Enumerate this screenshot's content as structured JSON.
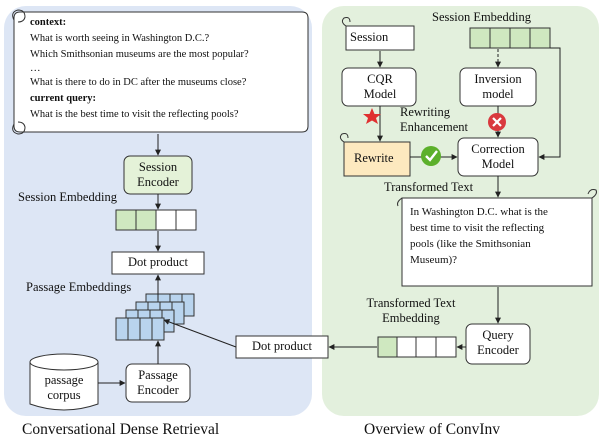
{
  "left_panel": {
    "caption": "Conversational Dense Retrieval",
    "context_header": "context:",
    "context_lines": [
      "What is worth seeing in Washington D.C.?",
      "Which Smithsonian museums are the most popular?",
      "…",
      "What is there to do in DC after the museums close?"
    ],
    "current_query_header": "current query:",
    "current_query": "What is the best time to visit the reflecting pools?",
    "session_encoder": "Session Encoder",
    "session_embedding_label": "Session Embedding",
    "dot_product_top": "Dot product",
    "passage_embeddings_label": "Passage Embeddings",
    "passage_corpus": "passage corpus",
    "passage_encoder": "Passage Encoder"
  },
  "middle": {
    "dot_product_bottom": "Dot product"
  },
  "right_panel": {
    "caption": "Overview of ConvInv",
    "session": "Session",
    "session_embedding_label": "Session Embedding",
    "cqr_model": "CQR Model",
    "inversion_model": "Inversion model",
    "rewriting_enhancement": "Rewriting Enhancement",
    "rewrite": "Rewrite",
    "correction_model": "Correction Model",
    "transformed_text_label": "Transformed Text",
    "transformed_text": [
      "In Washington D.C. what is the",
      "best time to visit the reflecting",
      "pools (like the Smithsonian",
      "Museum)?"
    ],
    "transformed_text_embedding_label": "Transformed Text Embedding",
    "query_encoder": "Query Encoder"
  },
  "colors": {
    "left_panel_bg": "#dde6f5",
    "right_panel_bg": "#e3f0dd",
    "encoder_fill": "#e4f2d8",
    "session_embedding_fill": "#cfe8c0",
    "passage_embedding_fill": "#b9d4ee",
    "rewrite_fill": "#fde9bf",
    "check_green": "#5cb02b",
    "cross_red": "#d9393e",
    "star_red": "#e03030"
  }
}
